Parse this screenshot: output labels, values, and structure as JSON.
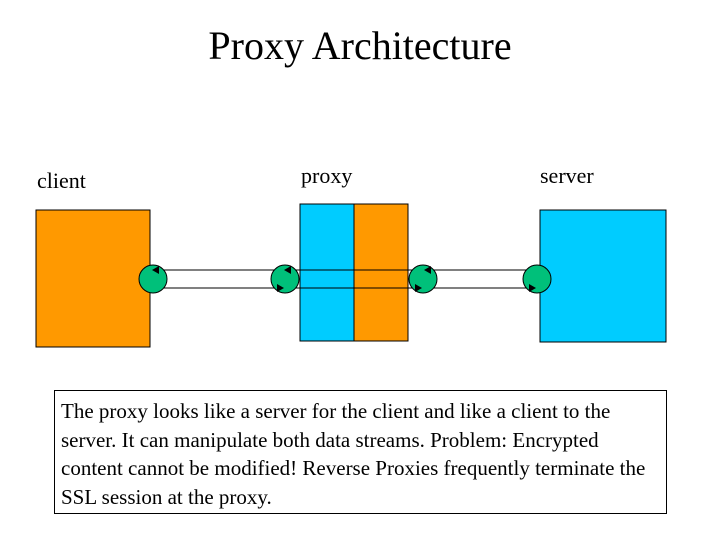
{
  "title": "Proxy Architecture",
  "labels": {
    "client": "client",
    "proxy": "proxy",
    "server": "server"
  },
  "colors": {
    "orange": "#FF9900",
    "cyan": "#00CCFF",
    "node": "#00C07A"
  },
  "caption": "The proxy looks like a server for the client and like a client to the server. It can manipulate both data streams. Problem: Encrypted content cannot be modified! Reverse Proxies frequently terminate the SSL session at the proxy."
}
